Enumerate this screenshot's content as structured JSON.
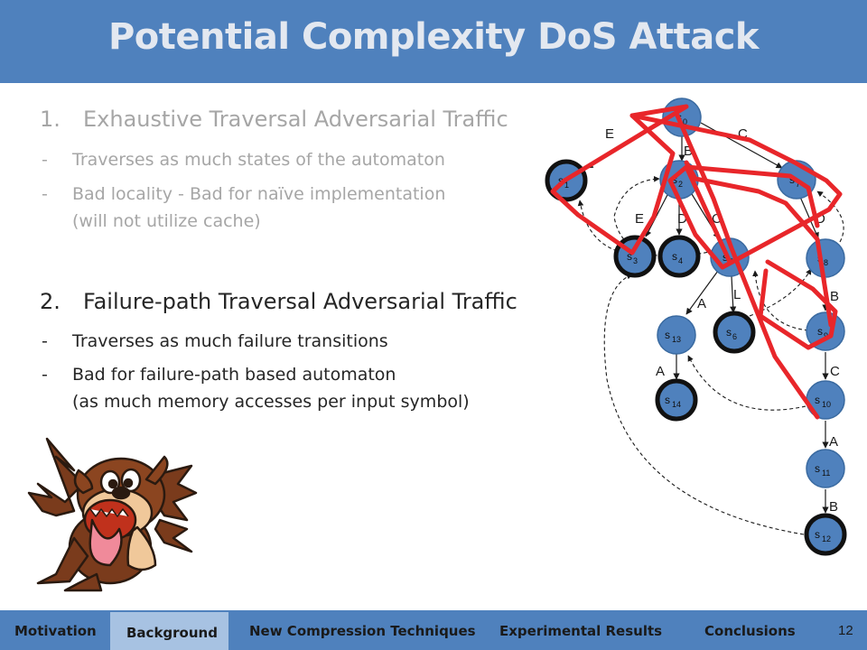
{
  "slide": {
    "title": "Potential Complexity DoS Attack",
    "point1": {
      "number": "1.",
      "heading": "Exhaustive Traversal Adversarial Traffic",
      "bullets": [
        "Traverses as much states of the automaton",
        "Bad locality - Bad for naïve implementation",
        "(will not utilize cache)"
      ]
    },
    "point2": {
      "number": "2.",
      "heading": "Failure-path Traversal Adversarial Traffic",
      "bullets": [
        "Traverses as much failure transitions",
        "Bad for failure-path based automaton",
        "(as much memory accesses per input symbol)"
      ]
    },
    "dash": "-"
  },
  "diagram": {
    "states": [
      {
        "id": "s0",
        "label": "s",
        "sub": "0"
      },
      {
        "id": "s1",
        "label": "s",
        "sub": "1"
      },
      {
        "id": "s2",
        "label": "s",
        "sub": "2"
      },
      {
        "id": "s7",
        "label": "s",
        "sub": "7"
      },
      {
        "id": "s3",
        "label": "s",
        "sub": "3"
      },
      {
        "id": "s4",
        "label": "s",
        "sub": "4"
      },
      {
        "id": "s5",
        "label": "s",
        "sub": "5"
      },
      {
        "id": "s8",
        "label": "s",
        "sub": "8"
      },
      {
        "id": "s13",
        "label": "s",
        "sub": "13"
      },
      {
        "id": "s6",
        "label": "s",
        "sub": "6"
      },
      {
        "id": "s9",
        "label": "s",
        "sub": "9"
      },
      {
        "id": "s14",
        "label": "s",
        "sub": "14"
      },
      {
        "id": "s10",
        "label": "s",
        "sub": "10"
      },
      {
        "id": "s11",
        "label": "s",
        "sub": "11"
      },
      {
        "id": "s12",
        "label": "s",
        "sub": "12"
      }
    ],
    "edge_labels": [
      "E",
      "B",
      "C",
      "E",
      "D",
      "C",
      "D",
      "A",
      "L",
      "B",
      "A",
      "C",
      "A",
      "B"
    ],
    "highlight_color": "#e8262a",
    "node_color": "#4f81bd"
  },
  "footer": {
    "nav": [
      "Motivation",
      "Background",
      "New Compression Techniques",
      "Experimental Results",
      "Conclusions"
    ],
    "active": "Background",
    "page": "12"
  }
}
